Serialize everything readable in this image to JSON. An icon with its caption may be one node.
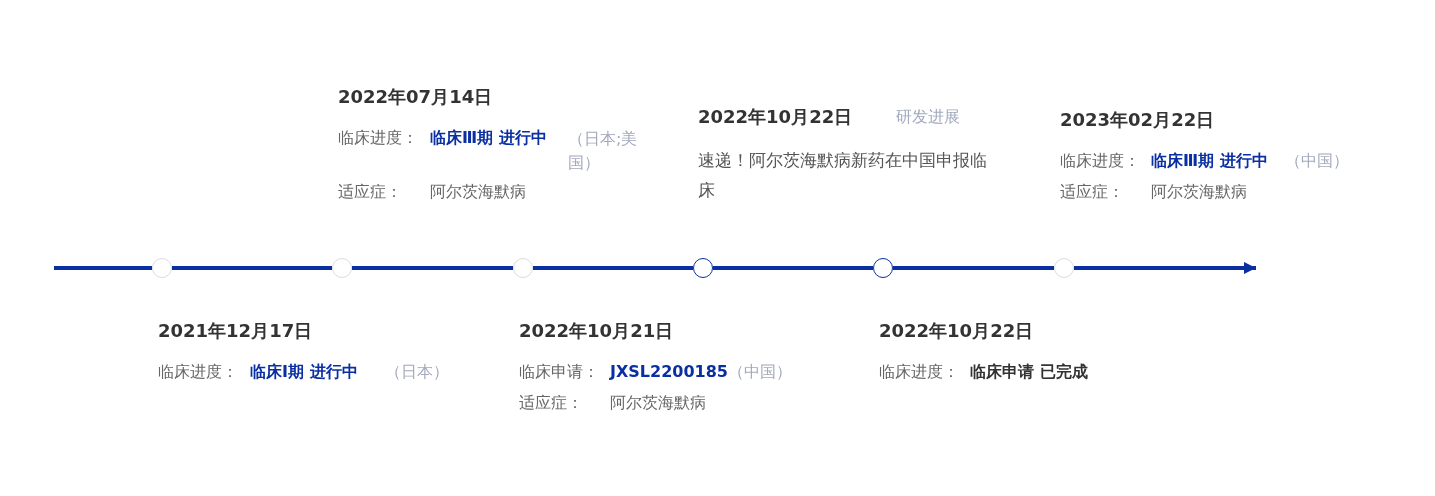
{
  "diagram": {
    "nodes": [
      {
        "text": [],
        "shape": "circle"
      },
      {
        "text": [],
        "shape": "circle"
      },
      {
        "text": [],
        "shape": "circle"
      },
      {
        "text": [],
        "shape": "circle"
      },
      {
        "text": [],
        "shape": "circle"
      },
      {
        "text": [],
        "shape": "circle"
      }
    ],
    "edges": [
      {
        "from": null,
        "to": 0,
        "arrow": "none"
      },
      {
        "from": 0,
        "to": 1,
        "arrow": "none"
      },
      {
        "from": 1,
        "to": 2,
        "arrow": "none"
      },
      {
        "from": 2,
        "to": 3,
        "arrow": "none"
      },
      {
        "from": 3,
        "to": 4,
        "arrow": "none"
      },
      {
        "from": 4,
        "to": 5,
        "arrow": "none"
      },
      {
        "from": 5,
        "to": null,
        "arrow": "to"
      }
    ],
    "labels": [
      "2022年07月14日",
      "临床进度：",
      "临床Ⅲ期 进行中",
      "（日本;美国）",
      "适应症：",
      "阿尔茨海默病",
      "2022年10月22日",
      "研发进展",
      "速递！阿尔茨海默病新药在中国申报临床",
      "2023年02月22日",
      "临床进度：",
      "临床Ⅲ期 进行中",
      "（中国）",
      "适应症：",
      "阿尔茨海默病",
      "2021年12月17日",
      "临床进度：",
      "临床Ⅰ期 进行中",
      "（日本）",
      "2022年10月21日",
      "临床申请：",
      "JXSL2200185",
      "（中国）",
      "适应症：",
      "阿尔茨海默病",
      "2022年10月22日",
      "临床进度：",
      "临床申请 已完成"
    ]
  }
}
